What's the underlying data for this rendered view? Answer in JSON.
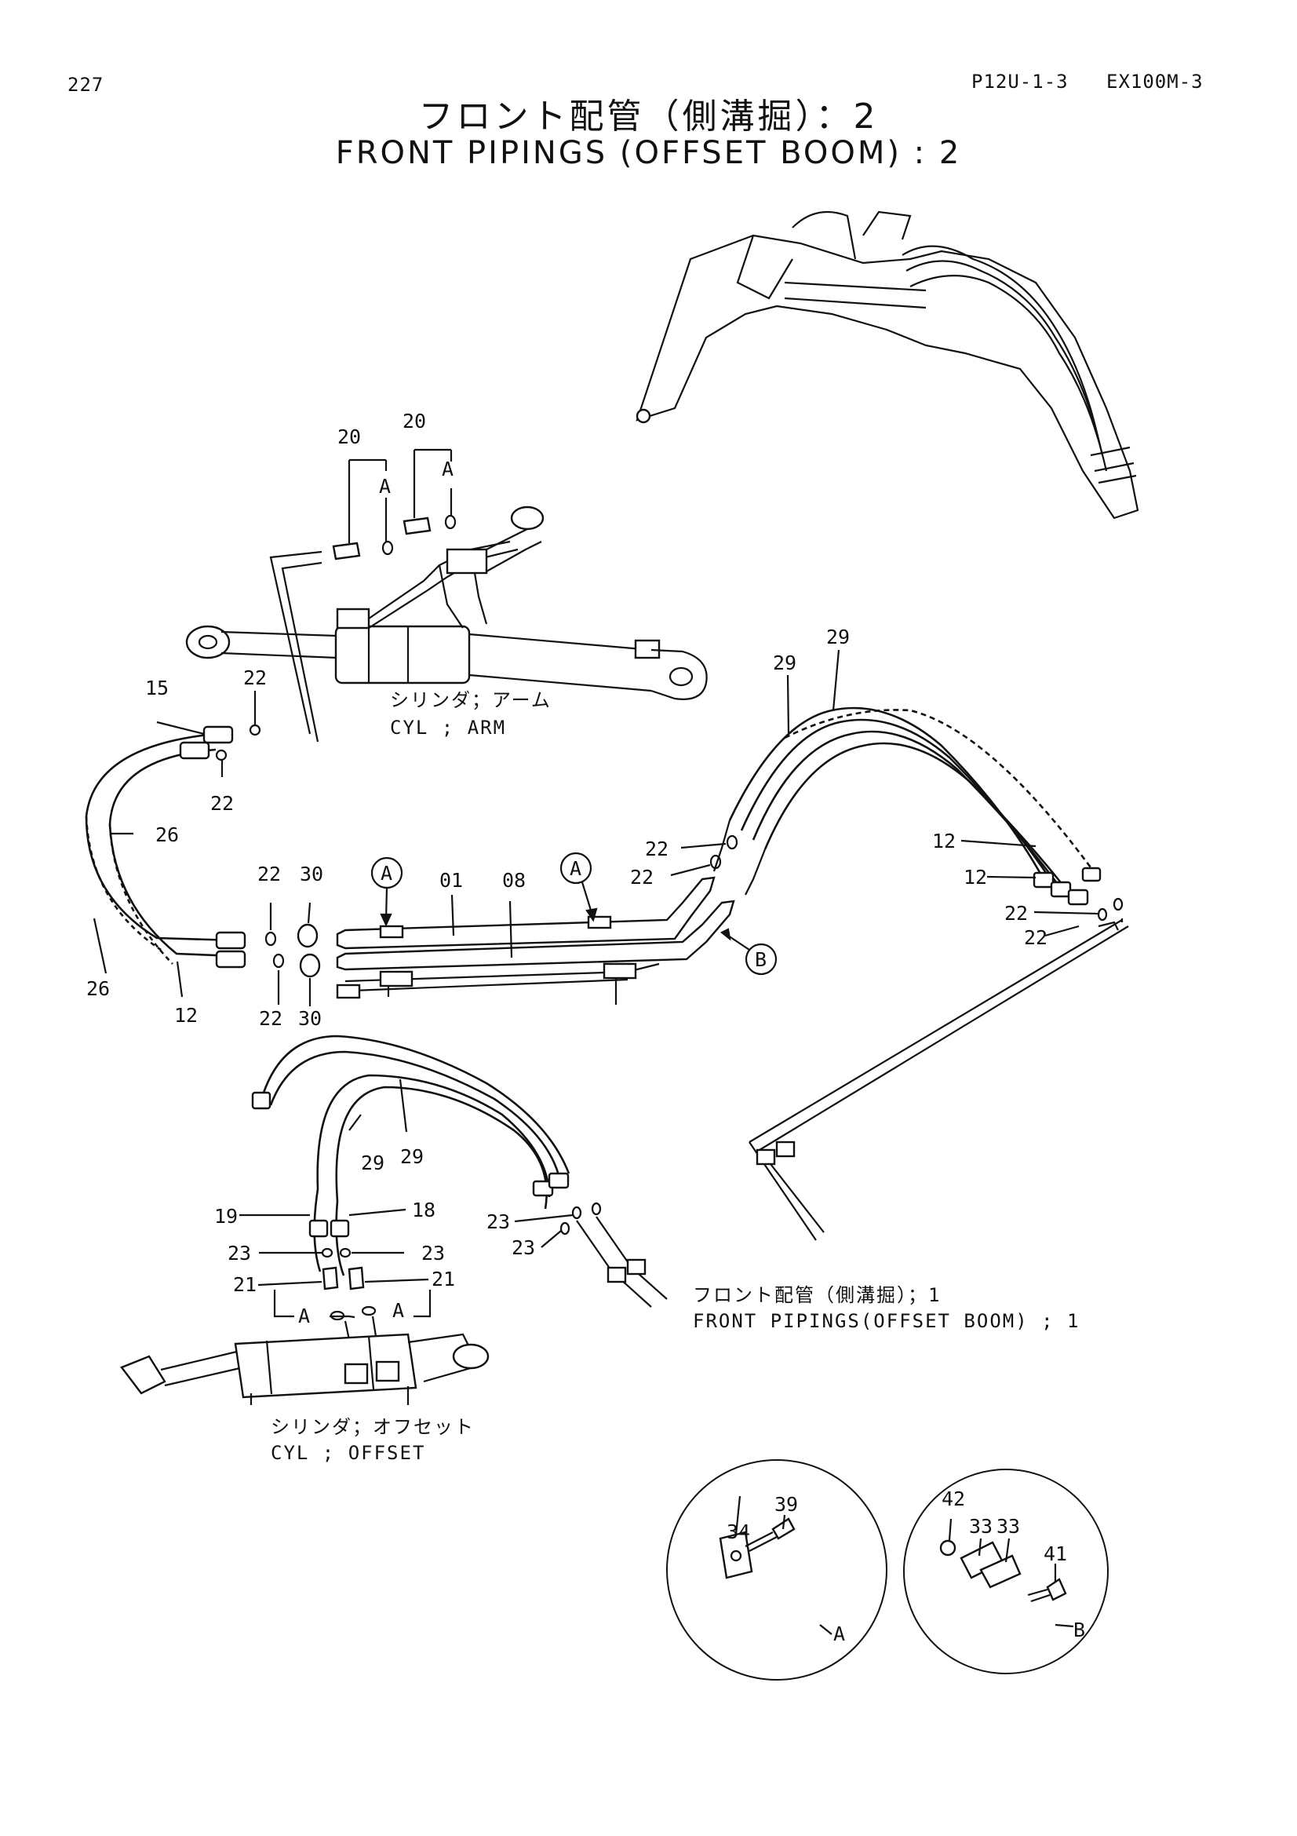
{
  "header": {
    "page_number": "227",
    "section_code": "P12U-1-3",
    "model": "EX100M-3"
  },
  "title": {
    "japanese": "フロント配管（側溝掘）：2",
    "english": "FRONT PIPINGS (OFFSET BOOM) : 2"
  },
  "captions": {
    "arm_cylinder_jp": "シリンダ；アーム",
    "arm_cylinder_en": "CYL ; ARM",
    "offset_cylinder_jp": "シリンダ；オフセット",
    "offset_cylinder_en": "CYL ; OFFSET",
    "ref_page_jp": "フロント配管（側溝掘）；1",
    "ref_page_en": "FRONT PIPINGS(OFFSET BOOM) ; 1"
  },
  "callouts": {
    "p20a": "20",
    "p20b": "20",
    "pA1": "A",
    "pA2": "A",
    "p15": "15",
    "p22a": "22",
    "p22b": "22",
    "p22c": "22",
    "p22d": "22",
    "p22e": "22",
    "p22f": "22",
    "p22g": "22",
    "p22h": "22",
    "p26a": "26",
    "p26b": "26",
    "p12a": "12",
    "p12b": "12",
    "p12c": "12",
    "p30a": "30",
    "p30b": "30",
    "p01": "01",
    "p08": "08",
    "p29a": "29",
    "p29b": "29",
    "p29c": "29",
    "p29d": "29",
    "p19": "19",
    "p18": "18",
    "p23a": "23",
    "p23b": "23",
    "p23c": "23",
    "p23d": "23",
    "p21a": "21",
    "p21b": "21",
    "pA3": "A",
    "pA4": "A",
    "p34": "34",
    "p39": "39",
    "p42": "42",
    "p33a": "33",
    "p33b": "33",
    "p41": "41"
  },
  "detail_markers": {
    "marker_A_1": "A",
    "marker_A_2": "A",
    "marker_B": "B",
    "detail_A_label": "A",
    "detail_B_label": "B"
  }
}
